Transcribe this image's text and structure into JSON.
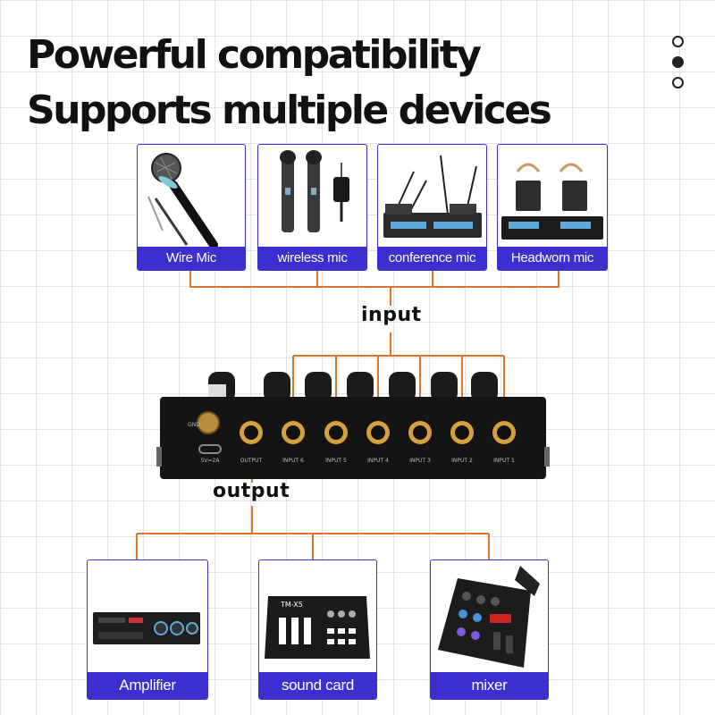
{
  "headline": {
    "line1": "Powerful compatibility",
    "line2": "Supports multiple devices"
  },
  "pager": {
    "count": 3,
    "active_index": 1
  },
  "inputs": [
    {
      "label": "Wire Mic",
      "icon": "wired-microphone-icon"
    },
    {
      "label": "wireless mic",
      "icon": "wireless-microphone-icon"
    },
    {
      "label": "conference mic",
      "icon": "conference-microphone-icon"
    },
    {
      "label": "Headworn mic",
      "icon": "headworn-microphone-icon"
    }
  ],
  "outputs": [
    {
      "label": "Amplifier",
      "icon": "amplifier-icon"
    },
    {
      "label": "sound card",
      "icon": "sound-card-icon"
    },
    {
      "label": "mixer",
      "icon": "mixer-icon"
    }
  ],
  "connector_labels": {
    "input": "input",
    "output": "output"
  },
  "device_panel": {
    "ground_label": "GND",
    "power_label": "5V=2A",
    "jacks": [
      "OUTPUT",
      "INPUT 6",
      "INPUT 5",
      "INPUT 4",
      "INPUT 3",
      "INPUT 2",
      "INPUT 1"
    ]
  },
  "colors": {
    "accent": "#3b2fd0",
    "wire": "#d9772e",
    "text": "#111111"
  }
}
